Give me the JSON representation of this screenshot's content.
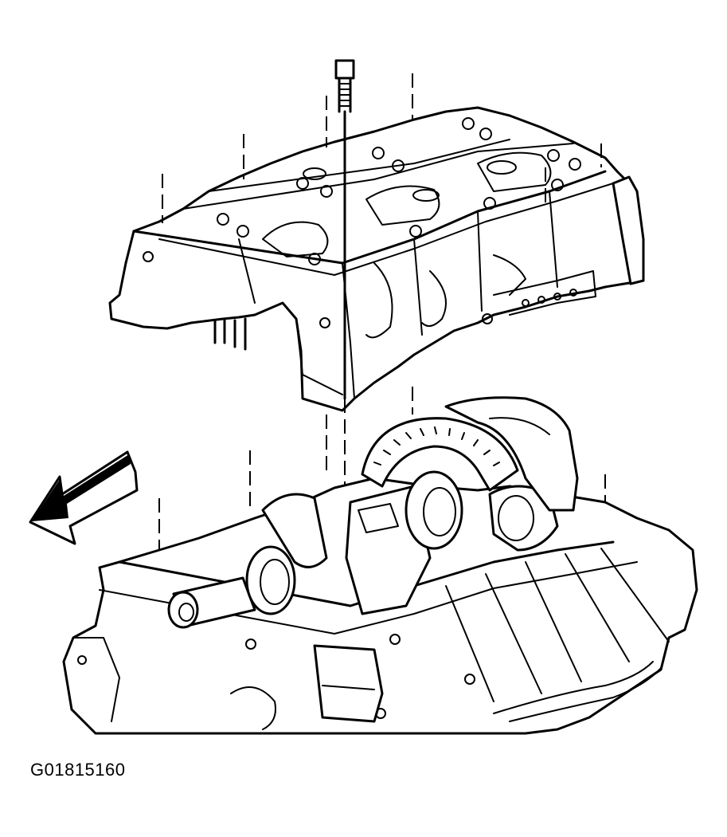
{
  "figure": {
    "code": "G01815160"
  },
  "colors": {
    "ink": "#000000",
    "paper": "#ffffff"
  },
  "parts": {
    "upper": "bearing-cap-bedplate-assembly",
    "lower": "engine-block-with-crankshaft",
    "fastener": "bolt",
    "direction": "arrow-front-of-engine"
  }
}
